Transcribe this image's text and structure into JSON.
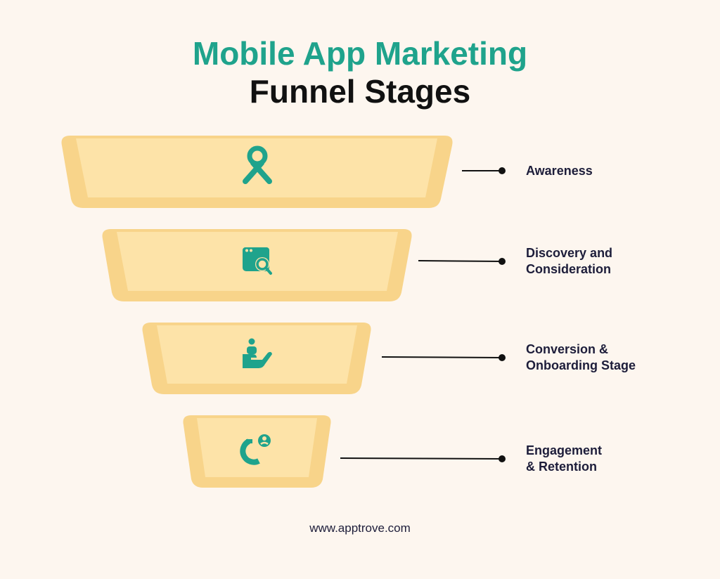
{
  "title": {
    "line1": "Mobile App Marketing",
    "line2": "Funnel Stages"
  },
  "colors": {
    "accent": "#1fa38c",
    "funnel_fill": "#fde3a8",
    "funnel_shadow": "#f8d48a",
    "text": "#1d1d3a",
    "background": "#fdf6ef"
  },
  "stages": [
    {
      "label": "Awareness",
      "icon": "ribbon-icon"
    },
    {
      "label": "Discovery and\nConsideration",
      "icon": "browser-search-icon"
    },
    {
      "label": "Conversion &\nOnboarding Stage",
      "icon": "hand-user-icon"
    },
    {
      "label": "Engagement\n& Retention",
      "icon": "magnet-user-icon"
    }
  ],
  "footer": "www.apptrove.com"
}
